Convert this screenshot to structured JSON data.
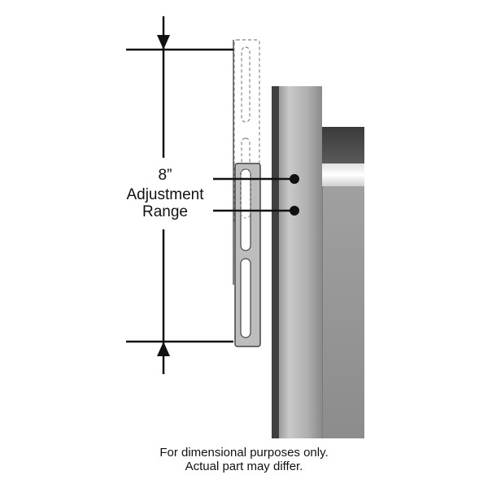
{
  "dimension": {
    "value": "8”",
    "label_line1": "Adjustment",
    "label_line2": "Range"
  },
  "footnote": {
    "line1": "For dimensional purposes only.",
    "line2": "Actual part may differ."
  },
  "colors": {
    "post_dark": "#4a4a4a",
    "post_mid": "#9a9a9a",
    "post_light": "#c8c8c8",
    "bracket_fill": "#b8b8b8",
    "line": "#111111"
  }
}
